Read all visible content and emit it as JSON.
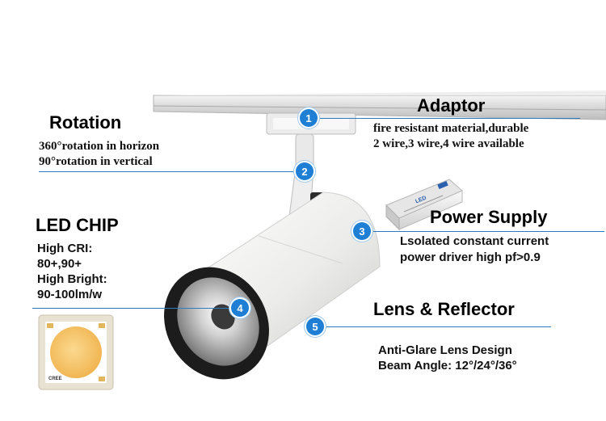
{
  "rotation": {
    "title": "Rotation",
    "lines": [
      "360°rotation in horizon",
      "90°rotation in vertical"
    ]
  },
  "adaptor": {
    "title": "Adaptor",
    "lines": [
      "fire resistant material,durable",
      "2 wire,3 wire,4 wire available"
    ]
  },
  "power_supply": {
    "title": "Power Supply",
    "lines": [
      "Lsolated constant current",
      "power driver high pf>0.9"
    ],
    "driver_label": "LED"
  },
  "led_chip": {
    "title": "LED CHIP",
    "lines": [
      "High CRI:",
      "80+,90+",
      "High Bright:",
      "90-100lm/w"
    ],
    "chip_brand": "CREE"
  },
  "lens": {
    "title": "Lens & Reflector",
    "lines": [
      "Anti-Glare Lens Design",
      "Beam Angle: 12°/24°/36°"
    ]
  },
  "badges": [
    "1",
    "2",
    "3",
    "4",
    "5"
  ],
  "colors": {
    "accent": "#1e7fd4",
    "leader": "#2a7bbf",
    "lamp_body": "#f2f2f0",
    "lamp_rim": "#1a1a1a",
    "chip_yellow": "#f6c56a"
  }
}
